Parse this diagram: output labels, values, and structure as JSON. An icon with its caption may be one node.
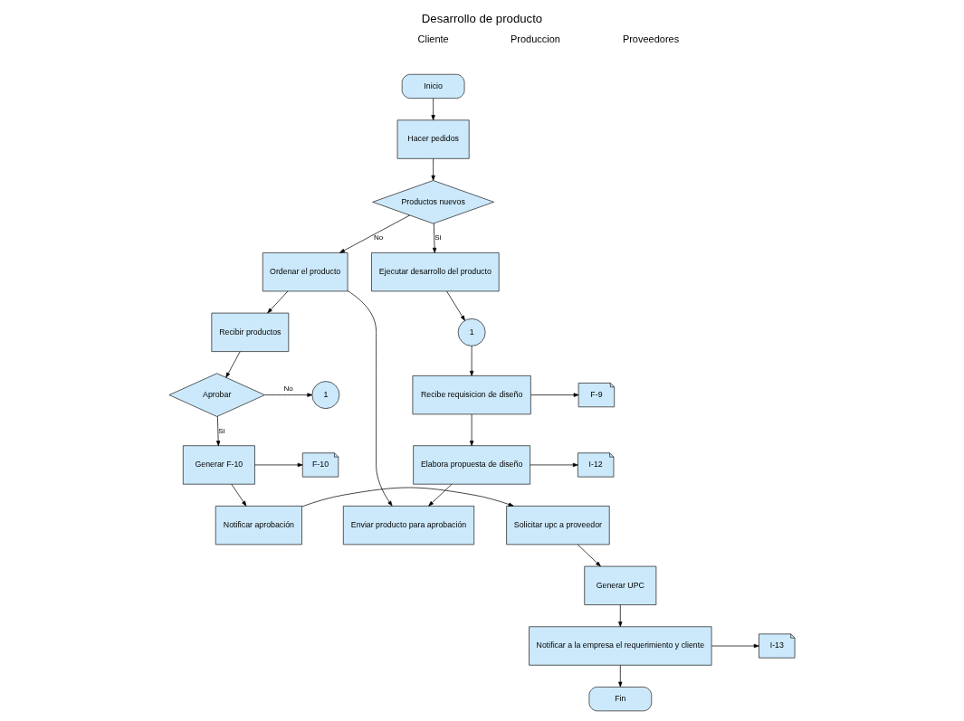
{
  "diagram": {
    "title": "Desarrollo de producto",
    "nodes": [
      {
        "text": [
          "Inicio"
        ]
      },
      {
        "text": [
          "Hacer pedidos"
        ]
      },
      {
        "text": [
          "Productos nuevos"
        ]
      },
      {
        "text": [
          "Ordenar el producto"
        ]
      },
      {
        "text": [
          "Ejecutar desarrollo del producto"
        ]
      },
      {
        "text": [
          "1"
        ]
      },
      {
        "text": [
          "Recibe requisicion de diseño"
        ]
      },
      {
        "text": [
          "F-9"
        ]
      },
      {
        "text": [
          "Elabora propuesta de diseño"
        ]
      },
      {
        "text": [
          "I-12"
        ]
      },
      {
        "text": [
          "Enviar producto para aprobación"
        ]
      },
      {
        "text": [
          "Recibir productos"
        ]
      },
      {
        "text": [
          "Aprobar"
        ]
      },
      {
        "text": [
          "1"
        ]
      },
      {
        "text": [
          "Generar F-10"
        ]
      },
      {
        "text": [
          "F-10"
        ]
      },
      {
        "text": [
          "Notificar aprobación"
        ]
      },
      {
        "text": [
          "Solicitar upc a proveedor"
        ]
      },
      {
        "text": [
          "Generar UPC"
        ]
      },
      {
        "text": [
          "Notificar a la empresa el requerimiento y cliente"
        ]
      },
      {
        "text": [
          "I-13"
        ]
      },
      {
        "text": [
          "Fin"
        ]
      }
    ],
    "edges": [
      {
        "from": 0,
        "to": 1,
        "arrow": "to"
      },
      {
        "from": 1,
        "to": 2,
        "arrow": "to"
      },
      {
        "from": 2,
        "to": 3,
        "label": "No",
        "arrow": "to"
      },
      {
        "from": 2,
        "to": 4,
        "label": "Si",
        "arrow": "to"
      },
      {
        "from": 4,
        "to": 5,
        "arrow": "to"
      },
      {
        "from": 5,
        "to": 6,
        "arrow": "to"
      },
      {
        "from": 6,
        "to": 7,
        "arrow": "to"
      },
      {
        "from": 6,
        "to": 8,
        "arrow": "to"
      },
      {
        "from": 8,
        "to": 9,
        "arrow": "to"
      },
      {
        "from": 8,
        "to": 10,
        "arrow": "to"
      },
      {
        "from": 3,
        "to": 11,
        "arrow": "to"
      },
      {
        "from": 3,
        "to": 10,
        "arrow": "to"
      },
      {
        "from": 11,
        "to": 12,
        "arrow": "to"
      },
      {
        "from": 12,
        "to": 13,
        "label": "No",
        "arrow": "to"
      },
      {
        "from": 12,
        "to": 14,
        "label": "Si",
        "arrow": "to"
      },
      {
        "from": 14,
        "to": 15,
        "arrow": "to"
      },
      {
        "from": 14,
        "to": 16,
        "arrow": "to"
      },
      {
        "from": 16,
        "to": 17,
        "arrow": "to"
      },
      {
        "from": 17,
        "to": 18,
        "arrow": "to"
      },
      {
        "from": 18,
        "to": 19,
        "arrow": "to"
      },
      {
        "from": 19,
        "to": 20,
        "arrow": "to"
      },
      {
        "from": 19,
        "to": 21,
        "arrow": "to"
      }
    ],
    "labels": [
      "Cliente",
      "Produccion",
      "Proveedores"
    ]
  }
}
